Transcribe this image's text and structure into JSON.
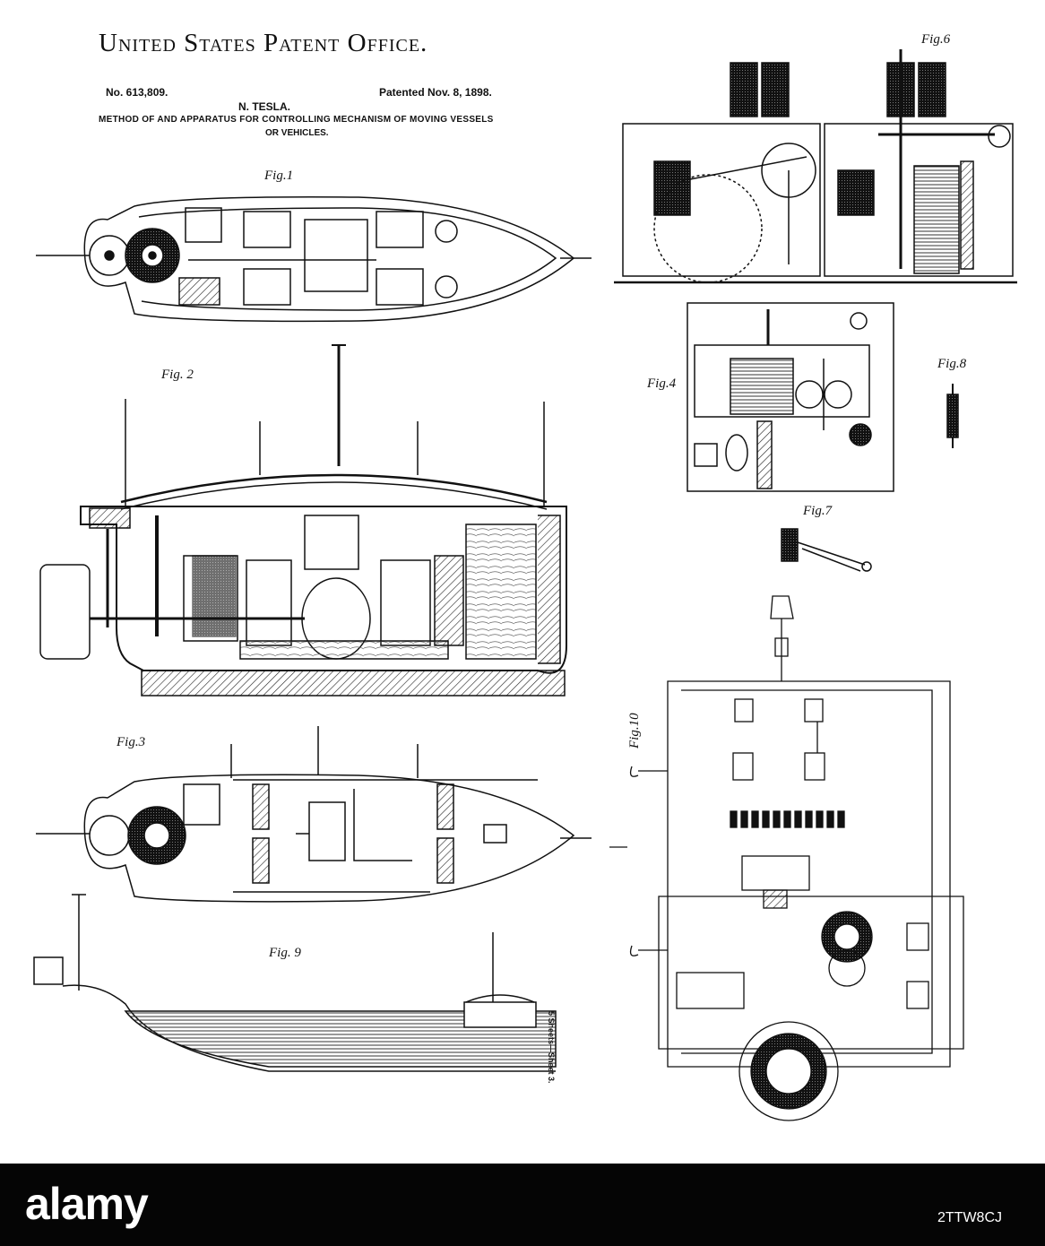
{
  "header": {
    "office": "United States Patent Office.",
    "number": "No. 613,809.",
    "date": "Patented Nov. 8, 1898.",
    "inventor": "N. TESLA.",
    "title_line1": "METHOD OF AND APPARATUS FOR CONTROLLING MECHANISM OF MOVING VESSELS",
    "title_line2": "OR VEHICLES."
  },
  "figures": {
    "fig1": "Fig.1",
    "fig2": "Fig. 2",
    "fig3": "Fig.3",
    "fig4": "Fig.4",
    "fig6": "Fig.6",
    "fig7": "Fig.7",
    "fig8": "Fig.8",
    "fig9": "Fig. 9",
    "fig10": "Fig.10"
  },
  "sheet_label": "5 Sheets—Sheet 3.",
  "footer": {
    "watermark": "alamy",
    "image_id": "2TTW8CJ"
  }
}
